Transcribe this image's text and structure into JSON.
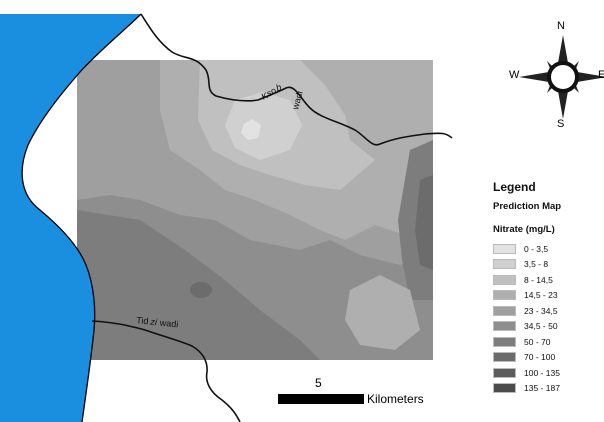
{
  "map": {
    "rivers": [
      {
        "name_parts": [
          "K",
          "s",
          "o",
          "b",
          "wadi"
        ]
      },
      {
        "name_parts": [
          "Tid",
          "zi",
          "wadi"
        ]
      }
    ]
  },
  "compass": {
    "north": "N",
    "south": "S",
    "west": "W",
    "east": "E"
  },
  "scalebar": {
    "value": "5",
    "unit": "Kilometers"
  },
  "legend": {
    "title": "Legend",
    "subtitle": "Prediction Map",
    "field": "Nitrate (mg/L)",
    "classes": [
      {
        "label": "0 - 3,5",
        "color": "#e2e2e2"
      },
      {
        "label": "3,5 - 8",
        "color": "#d0d0d0"
      },
      {
        "label": "8 - 14,5",
        "color": "#c0c0c0"
      },
      {
        "label": "14,5 - 23",
        "color": "#afafaf"
      },
      {
        "label": "23 - 34,5",
        "color": "#9f9f9f"
      },
      {
        "label": "34,5 - 50",
        "color": "#8e8e8e"
      },
      {
        "label": "50 - 70",
        "color": "#7d7d7d"
      },
      {
        "label": "70 - 100",
        "color": "#6c6c6c"
      },
      {
        "label": "100 - 135",
        "color": "#5c5c5c"
      },
      {
        "label": "135 - 187",
        "color": "#4b4b4b"
      }
    ]
  },
  "colors": {
    "sea": "#1a8fe0",
    "river": "#111111",
    "frame_background": "#ffffff"
  }
}
